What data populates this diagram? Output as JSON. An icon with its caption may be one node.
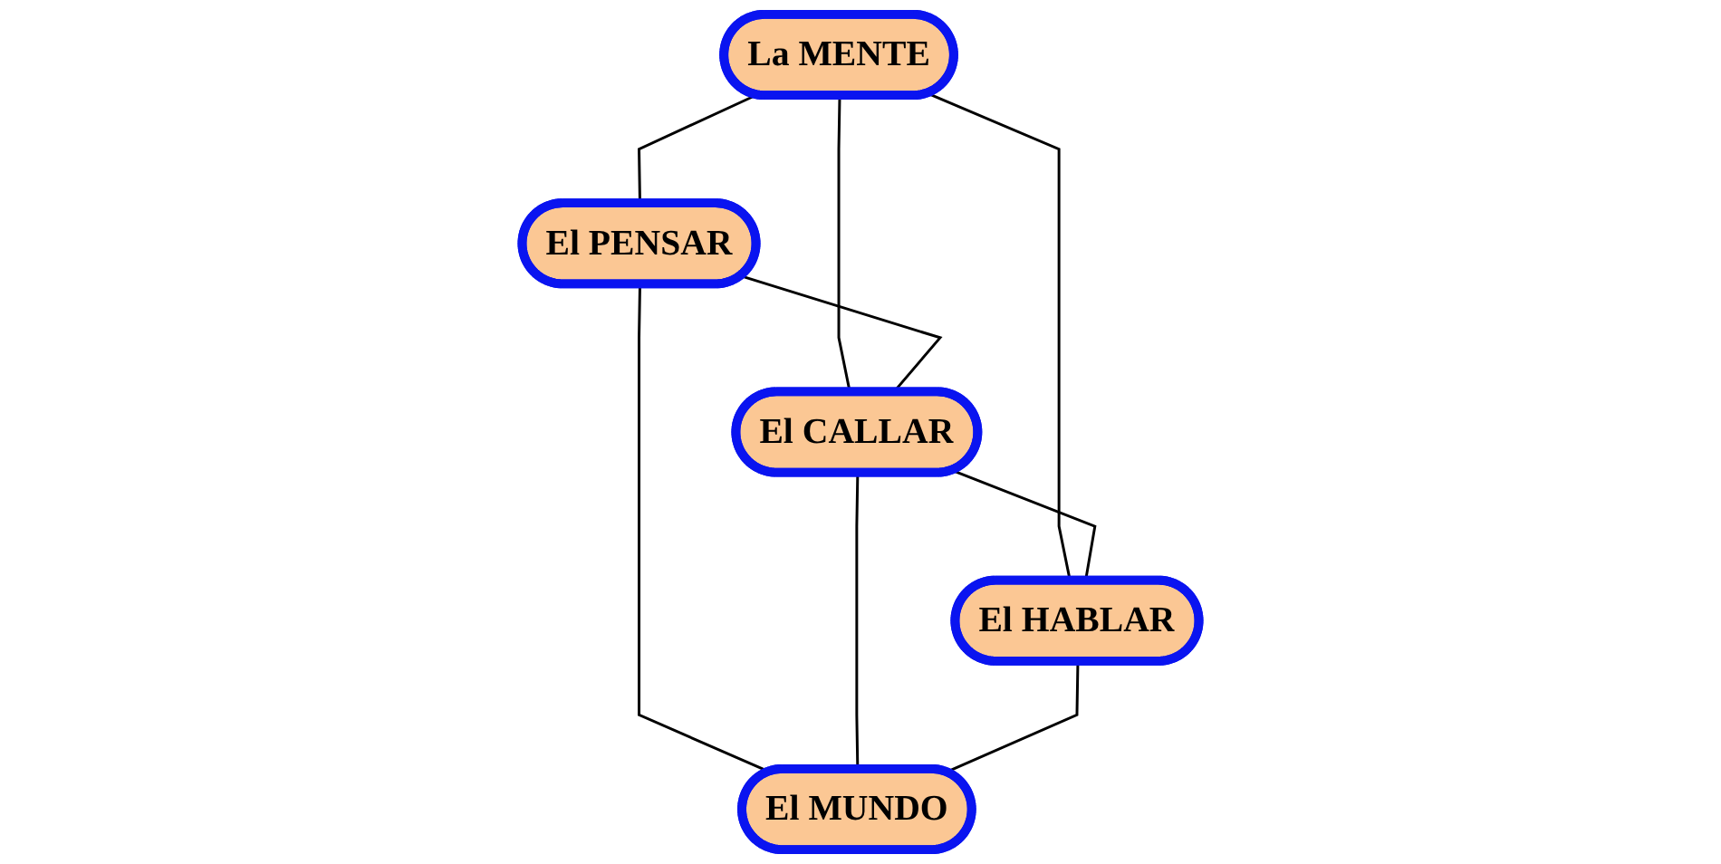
{
  "diagram": {
    "nodes": [
      {
        "text": [
          "La MENTE"
        ]
      },
      {
        "text": [
          "El PENSAR"
        ]
      },
      {
        "text": [
          "El CALLAR"
        ]
      },
      {
        "text": [
          "El HABLAR"
        ]
      },
      {
        "text": [
          "El MUNDO"
        ]
      }
    ],
    "edges": [
      {
        "from": 0,
        "to": 1,
        "arrow": "none"
      },
      {
        "from": 0,
        "to": 2,
        "arrow": "none"
      },
      {
        "from": 0,
        "to": 3,
        "arrow": "none"
      },
      {
        "from": 1,
        "to": 2,
        "arrow": "none"
      },
      {
        "from": 1,
        "to": 4,
        "arrow": "none"
      },
      {
        "from": 2,
        "to": 3,
        "arrow": "none"
      },
      {
        "from": 2,
        "to": 4,
        "arrow": "none"
      },
      {
        "from": 3,
        "to": 4,
        "arrow": "none"
      }
    ]
  }
}
